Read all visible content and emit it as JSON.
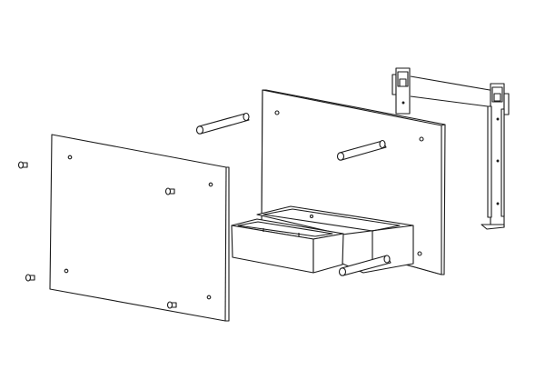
{
  "diagram": {
    "type": "exploded-assembly-line-drawing",
    "colors": {
      "line": "#1a1a1a",
      "fill": "#ffffff"
    },
    "parts": [
      "front-panel",
      "back-panel",
      "wall-bracket",
      "tray-box",
      "rods",
      "screws"
    ]
  }
}
